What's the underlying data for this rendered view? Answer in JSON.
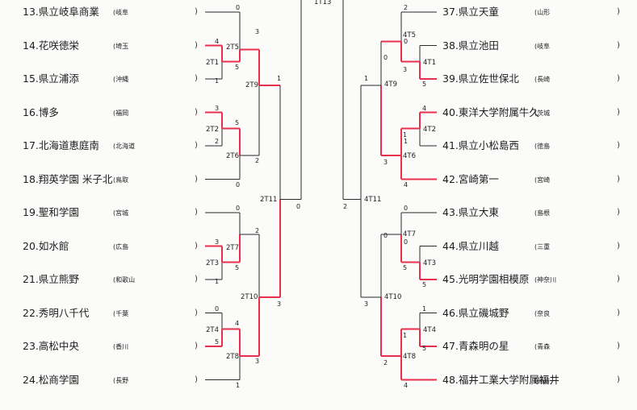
{
  "left_teams": [
    {
      "no": "13.",
      "name": "県立岐阜商業",
      "pref": "(岐阜"
    },
    {
      "no": "14.",
      "name": "花咲徳栄",
      "pref": "(埼玉"
    },
    {
      "no": "15.",
      "name": "県立浦添",
      "pref": "(沖縄"
    },
    {
      "no": "16.",
      "name": "博多",
      "pref": "(福岡"
    },
    {
      "no": "17.",
      "name": "北海道恵庭南",
      "pref": "(北海道"
    },
    {
      "no": "18.",
      "name": "翔英学園 米子北",
      "pref": "(鳥取"
    },
    {
      "no": "19.",
      "name": "聖和学園",
      "pref": "(宮城"
    },
    {
      "no": "20.",
      "name": "如水館",
      "pref": "(広島"
    },
    {
      "no": "21.",
      "name": "県立熊野",
      "pref": "(和歌山"
    },
    {
      "no": "22.",
      "name": "秀明八千代",
      "pref": "(千葉"
    },
    {
      "no": "23.",
      "name": "高松中央",
      "pref": "(香川"
    },
    {
      "no": "24.",
      "name": "松商学園",
      "pref": "(長野"
    }
  ],
  "right_teams": [
    {
      "no": "37.",
      "name": "県立天童",
      "pref": "(山形"
    },
    {
      "no": "38.",
      "name": "県立池田",
      "pref": "(岐阜"
    },
    {
      "no": "39.",
      "name": "県立佐世保北",
      "pref": "(長崎"
    },
    {
      "no": "40.",
      "name": "東洋大学附属牛久",
      "pref": "(茨城"
    },
    {
      "no": "41.",
      "name": "県立小松島西",
      "pref": "(徳島"
    },
    {
      "no": "42.",
      "name": "宮崎第一",
      "pref": "(宮崎"
    },
    {
      "no": "43.",
      "name": "県立大東",
      "pref": "(島根"
    },
    {
      "no": "44.",
      "name": "県立川越",
      "pref": "(三重"
    },
    {
      "no": "45.",
      "name": "光明学園相模原",
      "pref": "(神奈川"
    },
    {
      "no": "46.",
      "name": "県立磯城野",
      "pref": "(奈良"
    },
    {
      "no": "47.",
      "name": "青森明の星",
      "pref": "(青森"
    },
    {
      "no": "48.",
      "name": "福井工業大学附属福井",
      "pref": "(福井"
    }
  ],
  "paren_close": ")",
  "match_labels": {
    "top": "1T13",
    "2T1": "2T1",
    "2T2": "2T2",
    "2T3": "2T3",
    "2T4": "2T4",
    "2T5": "2T5",
    "2T6": "2T6",
    "2T7": "2T7",
    "2T8": "2T8",
    "2T9": "2T9",
    "2T10": "2T10",
    "2T11": "2T11",
    "4T1": "4T1",
    "4T2": "4T2",
    "4T3": "4T3",
    "4T4": "4T4",
    "4T5": "4T5",
    "4T6": "4T6",
    "4T7": "4T7",
    "4T8": "4T8",
    "4T9": "4T9",
    "4T10": "4T10",
    "4T11": "4T11"
  },
  "scores": {
    "L13": "0",
    "L14": "4",
    "L15": "1",
    "L16": "3",
    "L17": "2",
    "L18": "0",
    "L19": "0",
    "L20": "3",
    "L21": "1",
    "L22": "0",
    "L23": "5",
    "L24": "1",
    "L2T1": "5",
    "L2T2": "5",
    "L2T3": "5",
    "L2T4": "4",
    "L2T5": "3",
    "L2T6": "2",
    "L2T7": "2",
    "L2T8": "3",
    "L2T9": "1",
    "L2T10": "3",
    "L2T11": "0",
    "R37": "2",
    "R38": "0",
    "R39": "5",
    "R40": "4",
    "R41": "1",
    "R42": "4",
    "R43": "0",
    "R44": "0",
    "R45": "5",
    "R46": "1",
    "R47": "5",
    "R48": "4",
    "R4T1": "3",
    "R4T2": "1",
    "R4T3": "5",
    "R4T4": "1",
    "R4T5": "0",
    "R4T6": "3",
    "R4T7": "0",
    "R4T8": "2",
    "R4T9": "1",
    "R4T10": "3",
    "R4T11": "2"
  }
}
